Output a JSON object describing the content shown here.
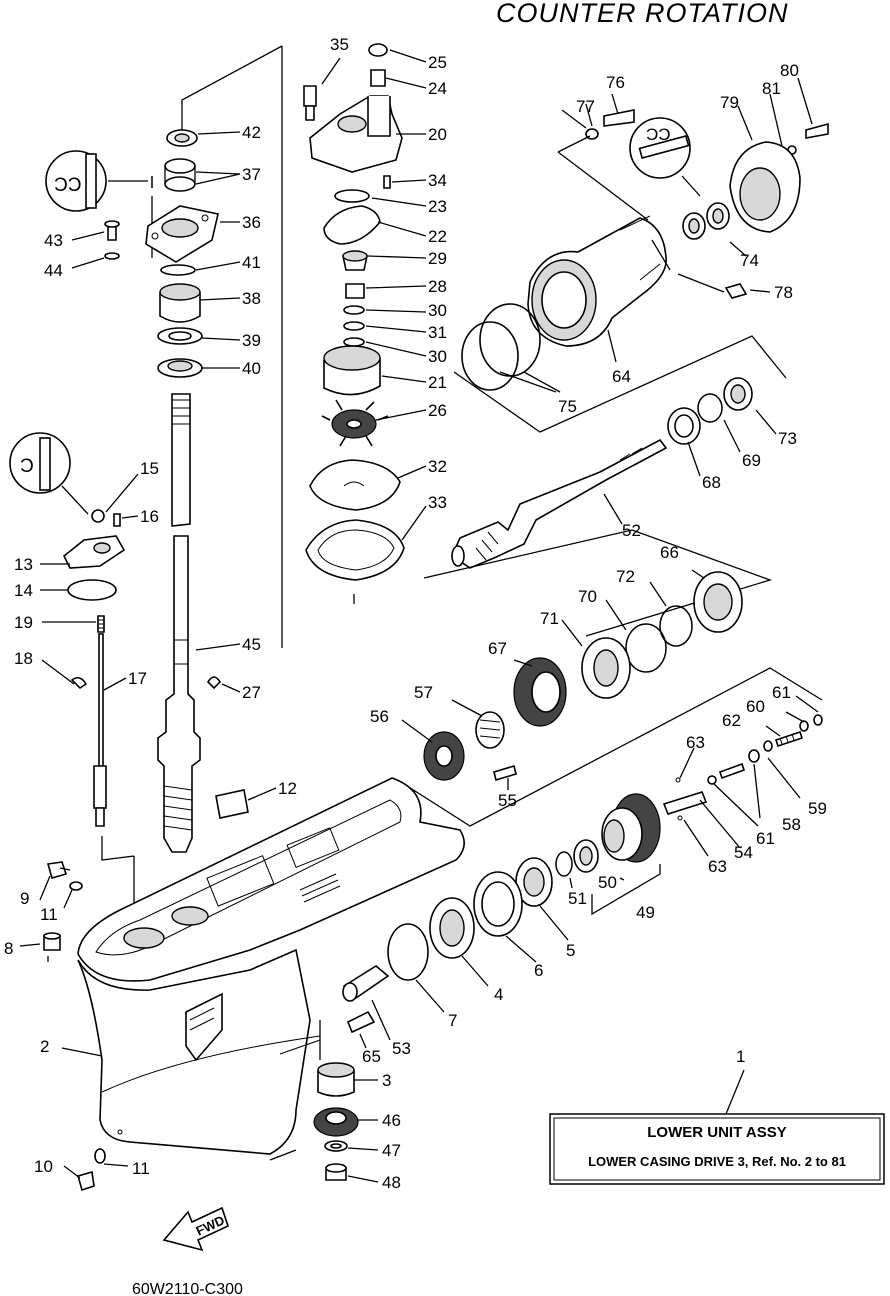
{
  "header": {
    "title": "COUNTER ROTATION"
  },
  "footer": {
    "code": "60W2110-C300"
  },
  "assembly_box": {
    "ref": "1",
    "title": "LOWER  UNIT ASSY",
    "subtitle": "LOWER CASING DRIVE 3, Ref. No. 2 to 81"
  },
  "fwd_label": "FWD",
  "part_labels": {
    "p2": "2",
    "p3": "3",
    "p4": "4",
    "p5": "5",
    "p6": "6",
    "p7": "7",
    "p8": "8",
    "p9": "9",
    "p10": "10",
    "p11a": "11",
    "p11b": "11",
    "p12": "12",
    "p13": "13",
    "p14": "14",
    "p15": "15",
    "p16": "16",
    "p17": "17",
    "p18": "18",
    "p19": "19",
    "p20": "20",
    "p21": "21",
    "p22": "22",
    "p23": "23",
    "p24": "24",
    "p25": "25",
    "p26": "26",
    "p27": "27",
    "p28": "28",
    "p29": "29",
    "p30a": "30",
    "p30b": "30",
    "p31": "31",
    "p32": "32",
    "p33": "33",
    "p34": "34",
    "p35": "35",
    "p36": "36",
    "p37": "37",
    "p38": "38",
    "p39": "39",
    "p40": "40",
    "p41": "41",
    "p42": "42",
    "p43": "43",
    "p44": "44",
    "p45": "45",
    "p46": "46",
    "p47": "47",
    "p48": "48",
    "p49": "49",
    "p50": "50",
    "p51": "51",
    "p52": "52",
    "p53": "53",
    "p54": "54",
    "p55": "55",
    "p56": "56",
    "p57": "57",
    "p58": "58",
    "p59": "59",
    "p60": "60",
    "p61a": "61",
    "p61b": "61",
    "p62": "62",
    "p63a": "63",
    "p63b": "63",
    "p64": "64",
    "p65": "65",
    "p66": "66",
    "p67": "67",
    "p68": "68",
    "p69": "69",
    "p70": "70",
    "p71": "71",
    "p72": "72",
    "p73": "73",
    "p74": "74",
    "p75": "75",
    "p76": "76",
    "p77": "77",
    "p78": "78",
    "p79": "79",
    "p80": "80",
    "p81": "81"
  }
}
